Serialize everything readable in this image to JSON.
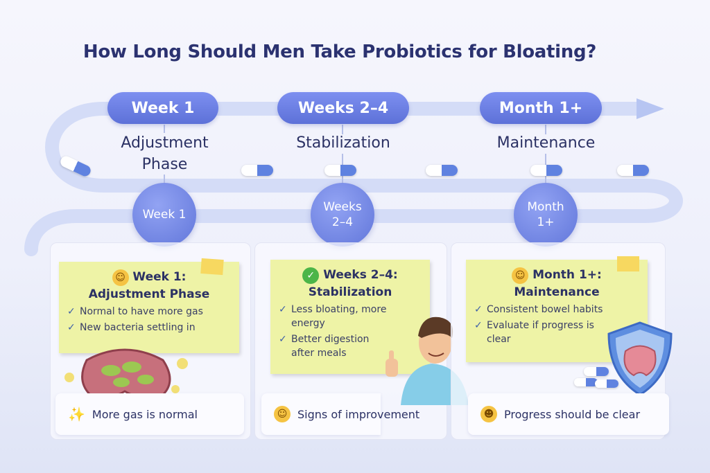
{
  "title": "How Long Should Men Take Probiotics for Bloating?",
  "timeline": [
    {
      "pill": "Week 1",
      "phase": "Adjustment Phase",
      "circle": "Week 1"
    },
    {
      "pill": "Weeks 2–4",
      "phase": "Stabilization",
      "circle": "Weeks 2–4"
    },
    {
      "pill": "Month 1+",
      "phase": "Maintenance",
      "circle": "Month 1+"
    }
  ],
  "cards": [
    {
      "icon": "smiley-icon",
      "heading_line1": "Week 1:",
      "heading_line2": "Adjustment Phase",
      "items": [
        "Normal to have more gas",
        "New bacteria settling in"
      ],
      "footer_icon": "sparkles-icon",
      "footer": "More gas is normal"
    },
    {
      "icon": "checkmark-icon",
      "heading_line1": "Weeks 2–4:",
      "heading_line2": "Stabilization",
      "items": [
        "Less bloating, more energy",
        "Better digestion after meals"
      ],
      "footer_icon": "smiley-icon",
      "footer": "Signs of improvement"
    },
    {
      "icon": "smiley-icon",
      "heading_line1": "Month 1+:",
      "heading_line2": "Maintenance",
      "items": [
        "Consistent bowel habits",
        "Evaluate if progress is clear"
      ],
      "footer_icon": "grin-icon",
      "footer": "Progress should be clear"
    }
  ],
  "colors": {
    "accent": "#6a7fe0",
    "title": "#2b3270",
    "note": "#eef3a6"
  }
}
